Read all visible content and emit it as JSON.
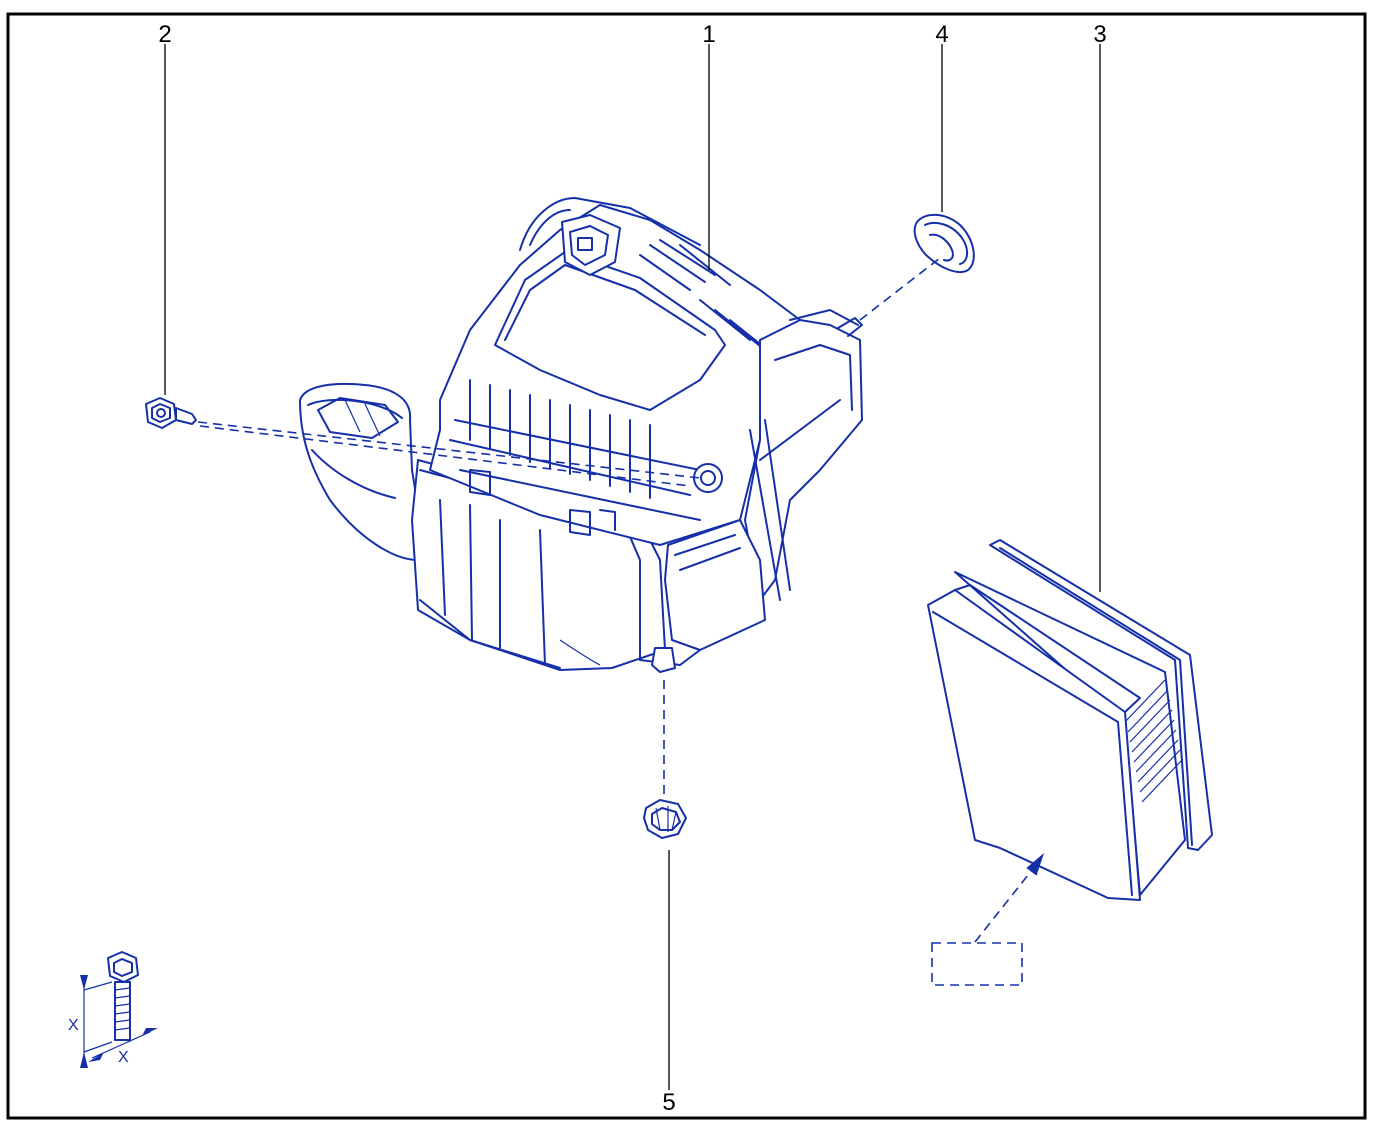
{
  "callouts": {
    "part1": "1",
    "part2": "2",
    "part3": "3",
    "part4": "4",
    "part5": "5"
  },
  "fastener_symbol": {
    "height_label": "X",
    "width_label": "X"
  },
  "colors": {
    "line": "#1530a8",
    "frame": "#000000",
    "background": "#ffffff"
  }
}
